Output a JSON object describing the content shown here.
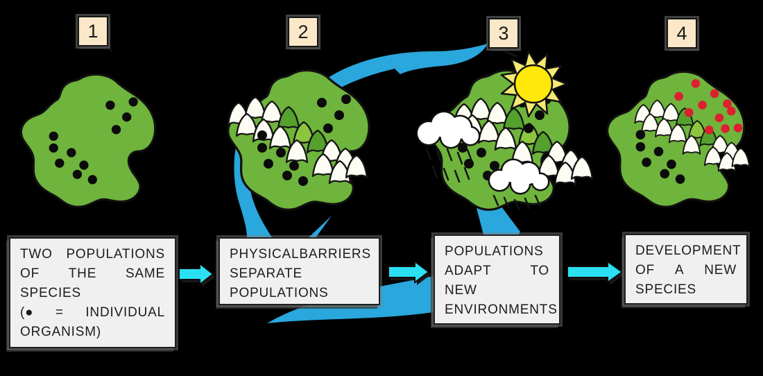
{
  "stages": [
    {
      "number": "1",
      "caption_lines": [
        "TWO POPULATIONS",
        "OF THE SAME",
        "SPECIES",
        "(● = INDIVIDUAL",
        "ORGANISM)"
      ]
    },
    {
      "number": "2",
      "caption_lines": [
        "PHYSICAL BARRIERS",
        "SEPARATE",
        "POPULATIONS"
      ]
    },
    {
      "number": "3",
      "caption_lines": [
        "POPULATIONS",
        "ADAPT TO",
        "NEW",
        "ENVIRONMENTS"
      ]
    },
    {
      "number": "4",
      "caption_lines": [
        "DEVELOPMENT",
        "OF A NEW",
        "SPECIES"
      ]
    }
  ],
  "organisms": {
    "legend": "● = INDIVIDUAL ORGANISM",
    "pattern_black": [
      [
        141,
        48
      ],
      [
        176,
        43
      ],
      [
        166,
        66
      ],
      [
        150,
        85
      ],
      [
        55,
        95
      ],
      [
        55,
        113
      ],
      [
        82,
        120
      ],
      [
        64,
        136
      ],
      [
        101,
        139
      ],
      [
        91,
        153
      ],
      [
        114,
        161
      ]
    ],
    "stage4_black": [
      [
        55,
        95
      ],
      [
        55,
        113
      ],
      [
        82,
        120
      ],
      [
        64,
        136
      ],
      [
        101,
        139
      ],
      [
        91,
        153
      ],
      [
        114,
        161
      ]
    ],
    "stage4_red": [
      [
        137,
        19
      ],
      [
        112,
        38
      ],
      [
        165,
        34
      ],
      [
        184,
        49
      ],
      [
        147,
        51
      ],
      [
        127,
        62
      ],
      [
        172,
        70
      ],
      [
        190,
        60
      ],
      [
        157,
        88
      ],
      [
        181,
        86
      ],
      [
        200,
        85
      ]
    ]
  },
  "ridge_peaks": [
    [
      2,
      10,
      "w"
    ],
    [
      26,
      2,
      "w"
    ],
    [
      14,
      26,
      "w"
    ],
    [
      50,
      8,
      "w"
    ],
    [
      38,
      34,
      "w"
    ],
    [
      74,
      16,
      "dg"
    ],
    [
      62,
      44,
      "w"
    ],
    [
      96,
      38,
      "lg"
    ],
    [
      116,
      50,
      "dg"
    ],
    [
      86,
      64,
      "w"
    ],
    [
      136,
      64,
      "w"
    ],
    [
      124,
      84,
      "w"
    ],
    [
      156,
      76,
      "w"
    ],
    [
      148,
      94,
      "w"
    ],
    [
      172,
      86,
      "w"
    ]
  ],
  "colors": {
    "background": "#000000",
    "island_green": "#6FB43C",
    "island_outline": "#111111",
    "mountain_white": "#FDFDF4",
    "mountain_dark_green": "#55A12E",
    "mountain_light_green": "#8CC63F",
    "ribbon_blue": "#2AA7DC",
    "arrow_cyan": "#2BE0F2",
    "number_box_bg": "#FBE8C8",
    "caption_box_bg": "#F0F0F0",
    "organism_black": "#0B0B0B",
    "organism_red": "#DD2030",
    "sun_ray_yellow": "#F5EA75",
    "sun_core_yellow": "#FFE70A",
    "cloud_white": "#FFFFFF"
  }
}
